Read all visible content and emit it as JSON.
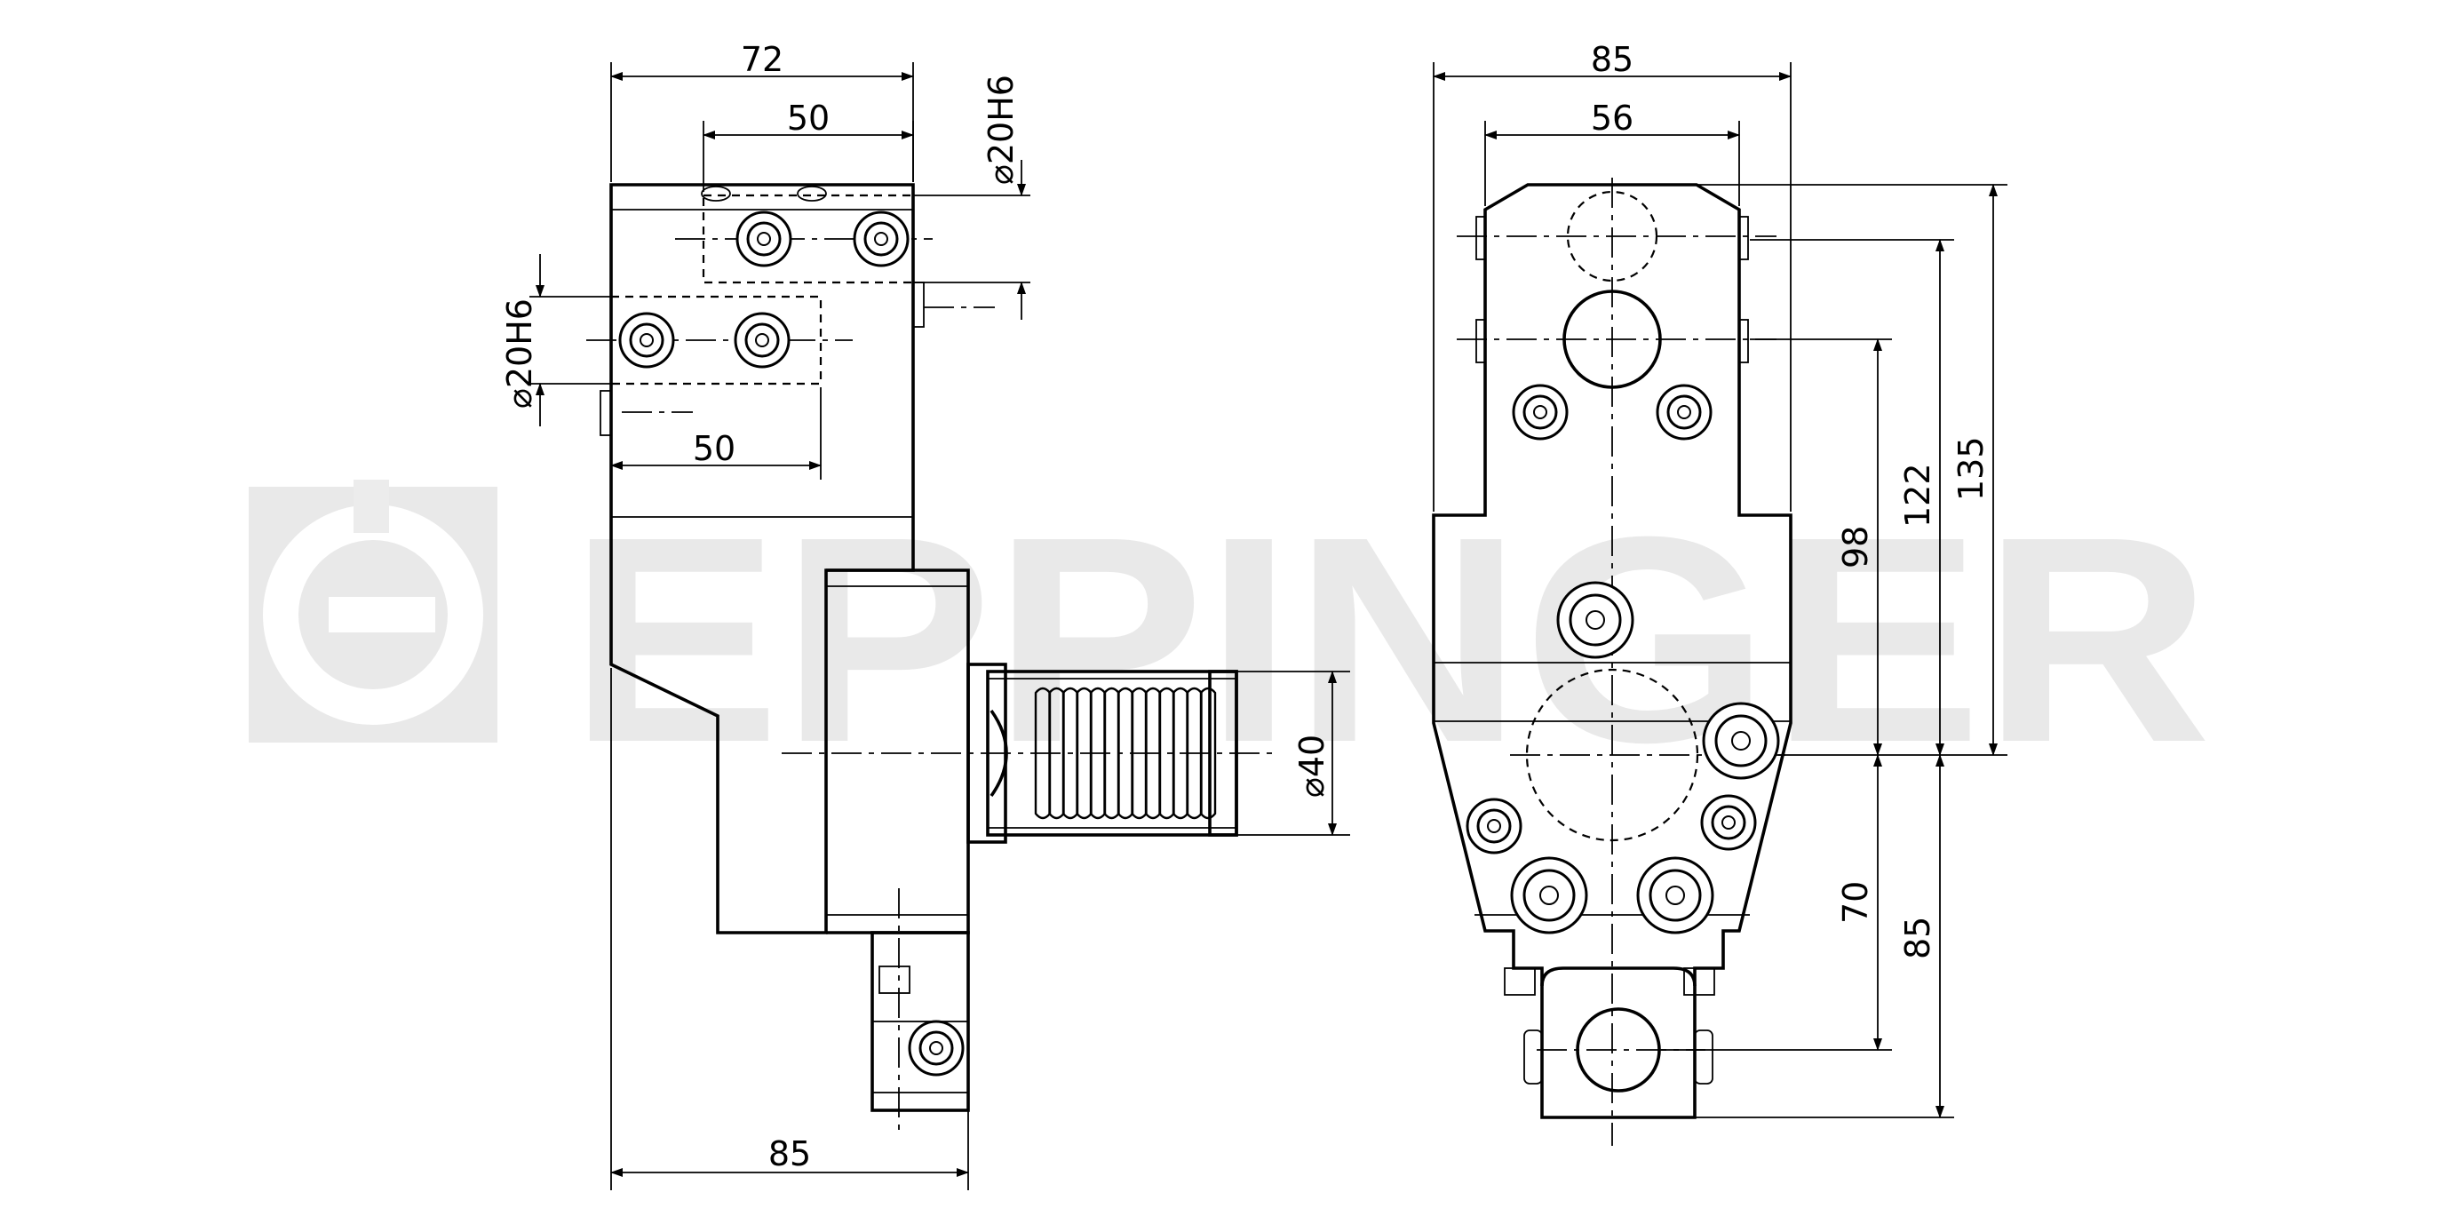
{
  "watermark": {
    "brand": "EPPINGER",
    "color": "#e9e9e9"
  },
  "side_view": {
    "dims": {
      "top_width": "72",
      "upper_pocket_width": "50",
      "upper_bore": "⌀20H6",
      "lower_bore": "⌀20H6",
      "lower_pocket_width": "50",
      "spindle_dia": "⌀40",
      "bottom_width": "85"
    }
  },
  "front_view": {
    "dims": {
      "top_width": "85",
      "inner_width": "56",
      "height_98": "98",
      "height_122": "122",
      "height_135": "135",
      "lower_70": "70",
      "lower_85": "85"
    }
  },
  "colors": {
    "line": "#000000",
    "background": "#ffffff"
  }
}
